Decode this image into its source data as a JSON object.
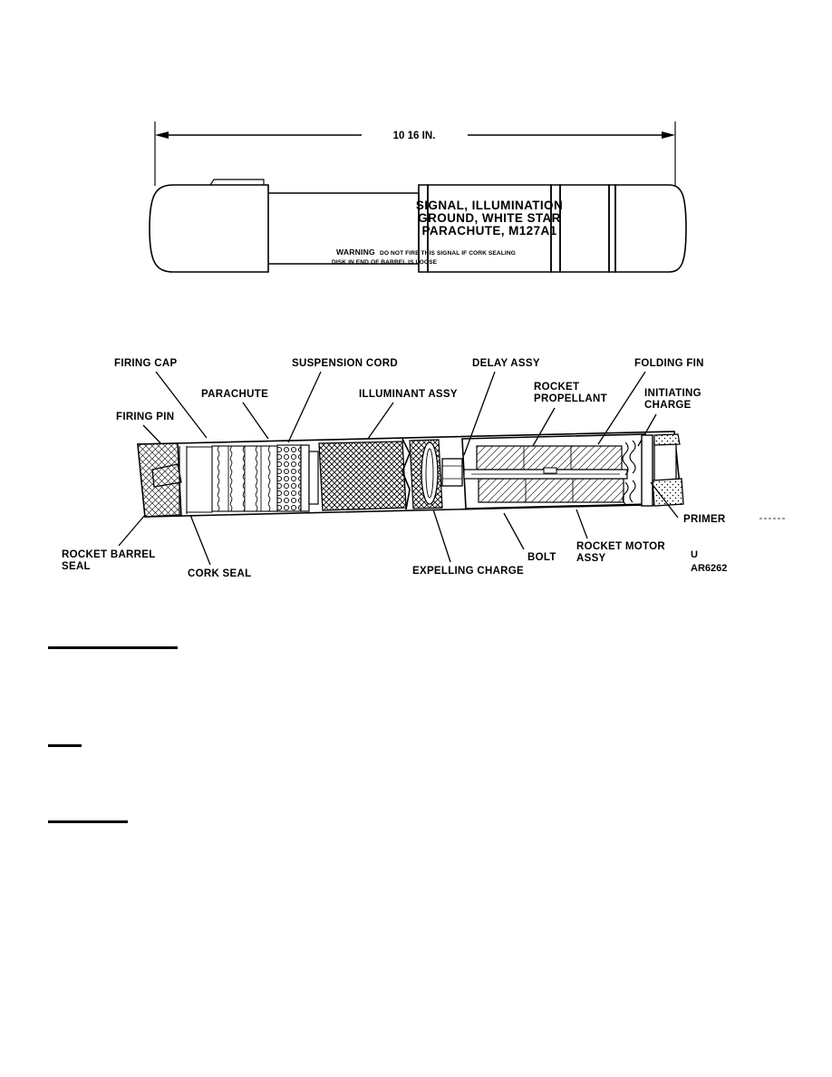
{
  "figure_top": {
    "name": "exterior-view",
    "dimension_label": "10 16 IN.",
    "body_label_lines": [
      "SIGNAL, ILLUMINATION",
      "GROUND, WHITE STAR",
      "PARACHUTE,  M127A1"
    ],
    "warning_heading": "WARNING",
    "warning_lines": [
      "DO NOT FIRE THIS SIGNAL IF CORK SEALING",
      "DISK IN END OF BARREL IS LOOSE"
    ]
  },
  "figure_cutaway": {
    "name": "cutaway-section-view",
    "callouts_top": [
      {
        "id": "firing-cap",
        "text": "FIRING CAP"
      },
      {
        "id": "parachute",
        "text": "PARACHUTE"
      },
      {
        "id": "suspension-cord",
        "text": "SUSPENSION CORD"
      },
      {
        "id": "illuminant-assy",
        "text": "ILLUMINANT ASSY"
      },
      {
        "id": "delay-assy",
        "text": "DELAY ASSY"
      },
      {
        "id": "rocket-propellant",
        "text": "ROCKET\nPROPELLANT"
      },
      {
        "id": "folding-fin",
        "text": "FOLDING FIN"
      },
      {
        "id": "initiating-charge",
        "text": "INITIATING\nCHARGE"
      },
      {
        "id": "firing-pin",
        "text": "FIRING PIN"
      }
    ],
    "callouts_bottom": [
      {
        "id": "rocket-barrel-seal",
        "text": "ROCKET BARREL\nSEAL"
      },
      {
        "id": "cork-seal",
        "text": "CORK SEAL"
      },
      {
        "id": "expelling-charge",
        "text": "EXPELLING CHARGE"
      },
      {
        "id": "bolt",
        "text": "BOLT"
      },
      {
        "id": "rocket-motor-assy",
        "text": "ROCKET MOTOR\nASSY"
      },
      {
        "id": "primer",
        "text": "PRIMER"
      }
    ],
    "callout_text": {
      "firing_cap": "FIRING CAP",
      "parachute": "PARACHUTE",
      "suspension_cord": "SUSPENSION CORD",
      "illuminant_assy": "ILLUMINANT ASSY",
      "delay_assy": "DELAY ASSY",
      "rocket_propellant_l1": "ROCKET",
      "rocket_propellant_l2": "PROPELLANT",
      "folding_fin": "FOLDING FIN",
      "initiating_charge_l1": "INITIATING",
      "initiating_charge_l2": "CHARGE",
      "firing_pin": "FIRING PIN",
      "rocket_barrel_seal_l1": "ROCKET BARREL",
      "rocket_barrel_seal_l2": "SEAL",
      "cork_seal": "CORK SEAL",
      "expelling_charge": "EXPELLING CHARGE",
      "bolt": "BOLT",
      "rocket_motor_assy_l1": "ROCKET MOTOR",
      "rocket_motor_assy_l2": "ASSY",
      "primer": "PRIMER"
    },
    "figure_reference_line1": "U",
    "figure_reference_line2": "AR6262"
  },
  "colors": {
    "ink": "#000000",
    "paper": "#ffffff"
  }
}
